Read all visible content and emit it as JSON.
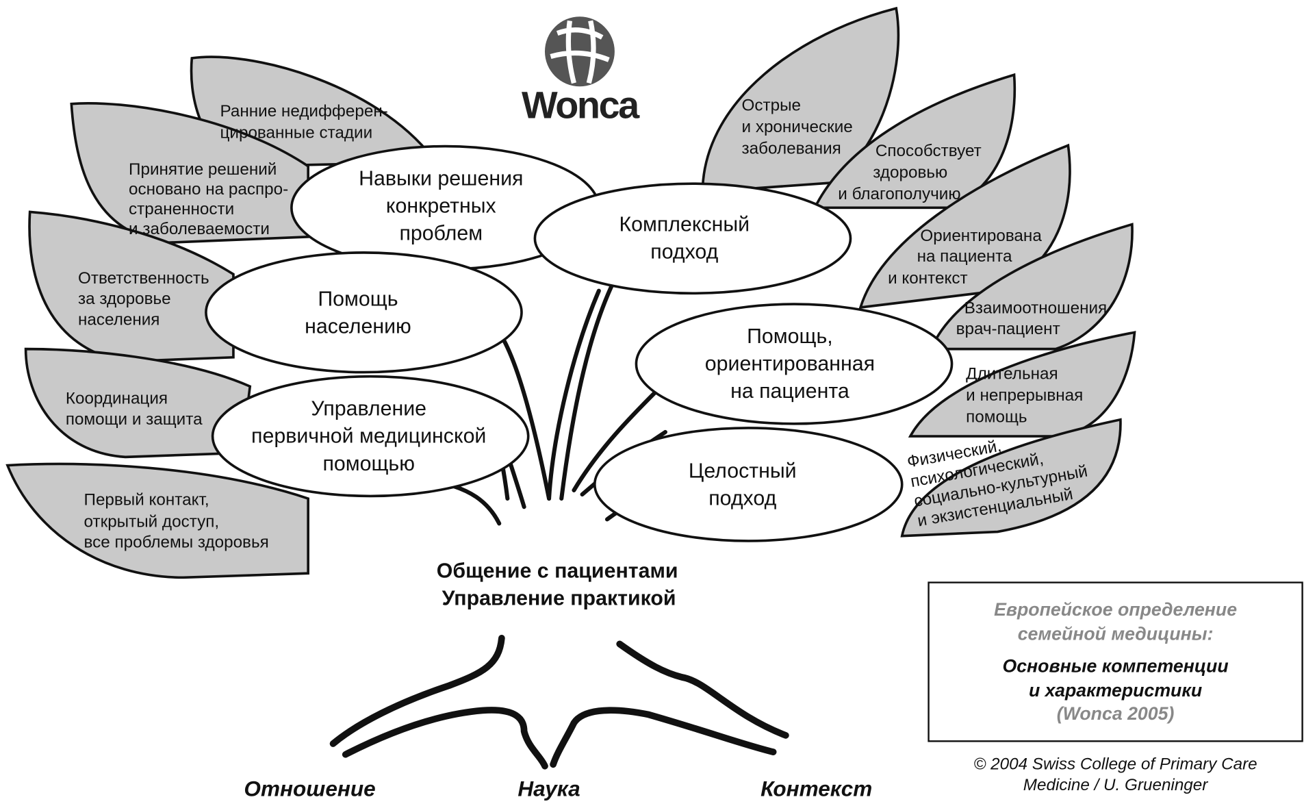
{
  "logo": {
    "text": "Wonca"
  },
  "leaves_left": [
    {
      "lines": [
        "Ранние недифферен-",
        "цированные стадии"
      ]
    },
    {
      "lines": [
        "Принятие решений",
        "основано на распро-",
        "страненности",
        "и заболеваемости"
      ]
    },
    {
      "lines": [
        "Ответственность",
        "за здоровье",
        "населения"
      ]
    },
    {
      "lines": [
        "Координация",
        "помощи и защита"
      ]
    },
    {
      "lines": [
        "Первый контакт,",
        "открытый доступ,",
        "все проблемы здоровья"
      ]
    }
  ],
  "leaves_right": [
    {
      "lines": [
        "Острые",
        "и хронические",
        "заболевания"
      ]
    },
    {
      "lines": [
        "Способствует",
        "здоровью",
        "и благополучию"
      ]
    },
    {
      "lines": [
        "Ориентирована",
        "на пациента",
        "и контекст"
      ]
    },
    {
      "lines": [
        "Взаимоотношения",
        "врач-пациент"
      ]
    },
    {
      "lines": [
        "Длительная",
        "и непрерывная",
        "помощь"
      ]
    },
    {
      "lines": [
        "Физический,",
        "психологический,",
        "социально-культурный",
        "и экзистенциальный"
      ]
    }
  ],
  "competencies": [
    {
      "lines": [
        "Навыки решения",
        "конкретных",
        "проблем"
      ]
    },
    {
      "lines": [
        "Комплексный",
        "подход"
      ]
    },
    {
      "lines": [
        "Помощь",
        "населению"
      ]
    },
    {
      "lines": [
        "Помощь,",
        "ориентированная",
        "на пациента"
      ]
    },
    {
      "lines": [
        "Управление",
        "первичной медицинской",
        "помощью"
      ]
    },
    {
      "lines": [
        "Целостный",
        "подход"
      ]
    }
  ],
  "base": [
    "Общение с пациентами",
    "Управление практикой"
  ],
  "roots": [
    "Отношение",
    "Наука",
    "Контекст"
  ],
  "info_box": {
    "subtitle": [
      "Европейское определение",
      "семейной медицины:"
    ],
    "title": [
      "Основные компетенции",
      "и характеристики"
    ],
    "source": "(Wonca 2005)"
  },
  "copyright": [
    "© 2004 Swiss College of Primary Care",
    "Medicine / U. Grueninger"
  ]
}
